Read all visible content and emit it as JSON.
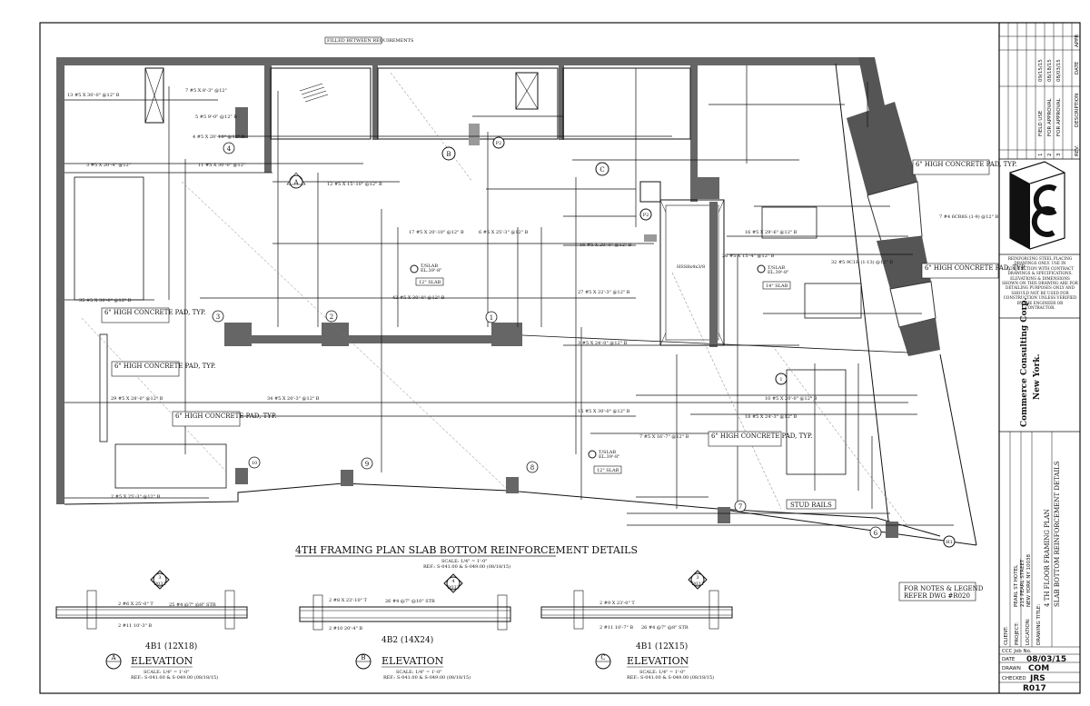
{
  "drawing": {
    "main_title": "4TH FRAMING PLAN SLAB BOTTOM REINFORCEMENT DETAILS",
    "scale_note": "SCALE: 1/4\" = 1'-0\"",
    "ref_note": "REF.: S-041.00 & S-049.00 (08/18/15)",
    "notes_line1": "FOR NOTES & LEGEND",
    "notes_line2": "REFER DWG #R020",
    "top_callout": "FILLED BETWEEN REQUIREMENTS",
    "stud_rails": "STUD RAILS",
    "hss": "HSS8x4x3/8"
  },
  "pads": [
    {
      "text": "6\" HIGH CONCRETE PAD, TYP."
    },
    {
      "text": "6\" HIGH CONCRETE PAD, TYP."
    },
    {
      "text": "6\" HIGH CONCRETE PAD, TYP."
    },
    {
      "text": "6\" HIGH CONCRETE PAD, TYP."
    },
    {
      "text": "6\" HIGH CONCRETE PAD, TYP."
    },
    {
      "text": "6\" HIGH CONCRETE PAD, TYP."
    }
  ],
  "slabs": [
    {
      "top": "T/SLAB",
      "el": "EL.39'-8\"",
      "thk": "12\" SLAB"
    },
    {
      "top": "T/SLAB",
      "el": "EL.39'-8\"",
      "thk": "14\" SLAB"
    },
    {
      "top": "T/SLAB",
      "el": "EL.39'-8\"",
      "thk": "12\" SLAB"
    }
  ],
  "column_tags": [
    "1",
    "2",
    "3",
    "4",
    "6",
    "7",
    "8",
    "9",
    "10"
  ],
  "section_tags": [
    "A",
    "B",
    "C",
    "P2",
    "H1"
  ],
  "rebar_notes": [
    "13 #5 X 30'-0\" @12\" B",
    "7 #5 X 8'-3\" @12\"",
    "5 #5 9'-0\" @12\" B",
    "3 #5 X 20'-4\" @12\"",
    "11 #5 X 30'-0\" @12\"",
    "4 #5 X 20'-10\" @12\" B",
    "12 #5 X 15'-10\" @12\" B",
    "17 #5 X 20'-10\" @12\" B",
    "6 #5 X 25'-3\" @12\" B",
    "16 #5 X 20'-0\" @12\" B",
    "35 #5 X 30'-0\" @12\" B",
    "42 #5 X 30'-0\" @12\" B",
    "27 #5 X 22'-3\" @12\" B",
    "29 #5 X 28'-0\" @12\" B",
    "34 #5 X 20'-3\" @12\" B",
    "15 #5 X 30'-0\" @12\" B",
    "3 #5 X 24'-0\" @12\" B",
    "2 #5 X 25'-3\" @12\" B",
    "7 #5 X 16'-7\" @12\" B",
    "10 #5 X 20'-0\" @12\" B",
    "16 #5 X 29'-6\" @12\" B",
    "18 #5 X 24'-3\" @12\" B",
    "7 #4 6CR8S (1-9) @12\" B",
    "32 #5 9C1R (1-13) @12\" B",
    "26 #5 X 15'-4\" @12\" B"
  ],
  "elevations": [
    {
      "tag": "A",
      "tag_number": "3",
      "tag_ref": "R032",
      "beam": "4B1 (12X18)",
      "title": "ELEVATION",
      "top_bar": "2 #6 X 25'-0\" T",
      "stirrup": "25 #4 @7\" @8\" STR",
      "bot_bar": "2 #11 10'-3\" B",
      "scale": "SCALE: 1/4\" = 1'-0\"",
      "ref": "REF.: S-041.00 & S-049.00 (08/18/15)"
    },
    {
      "tag": "B",
      "tag_number": "4",
      "tag_ref": "R032",
      "beam": "4B2 (14X24)",
      "title": "ELEVATION",
      "top_bar": "2 #8 X 23'-10\" T",
      "stirrup": "26 #4 @7\" @10\" STR",
      "bot_bar": "2 #10 20'-4\" B",
      "scale": "SCALE: 1/4\" = 1'-0\"",
      "ref": "REF.: S-041.00 & S-049.00 (08/18/15)"
    },
    {
      "tag": "C",
      "tag_number": "3",
      "tag_ref": "R032",
      "beam": "4B1 (12X15)",
      "title": "ELEVATION",
      "top_bar": "2 #9 X 23'-0\" T",
      "stirrup": "26 #4 @7\" @8\" STR",
      "bot_bar": "2 #11 10'-7\" B",
      "scale": "SCALE: 1/4\" = 1'-0\"",
      "ref": "REF.: S-041.00 & S-049.00 (08/18/15)"
    }
  ],
  "title_block": {
    "revisions": [
      {
        "no": "1",
        "desc": "FIELD USE",
        "date": "09/15/15"
      },
      {
        "no": "2",
        "desc": "FOR APPROVAL",
        "date": "08/18/15"
      },
      {
        "no": "3",
        "desc": "FOR APPROVAL",
        "date": "08/03/15"
      }
    ],
    "rev_headers": [
      "REV.",
      "DESCRIPTION",
      "DATE",
      "APPR"
    ],
    "disclaimer": "REINFORCING STEEL PLACING DRAWINGS ONLY. USE IN CONJUNCTION WITH CONTRACT DRAWINGS & SPECIFICATIONS. ELEVATIONS & DIMENSIONS SHOWN ON THIS DRAWING ARE FOR DETAILING PURPOSES ONLY AND SHOULD NOT BE USED FOR CONSTRUCTION UNLESS VERIFIED BY THE ENGINEER OR CONTRACTOR.",
    "company": "Commerce Consulting Corp.",
    "city": "New York.",
    "client_label": "CLIENT:",
    "project_label": "PROJECT:",
    "project_lines": [
      "PEARL ST HOTEL",
      "215 PEARL STREET",
      "NEW YORK NY 10038"
    ],
    "location_label": "LOCATION:",
    "title_label": "DRAWING TITLE:",
    "title_lines": [
      "4 TH FLOOR FRAMING PLAN",
      "SLAB BOTTOM REINFORCEMENT DETAILS"
    ],
    "ccc_label": "CCC Job No.",
    "date_label": "DATE",
    "date": "08/03/15",
    "drawn_label": "DRAWN",
    "drawn": "COM",
    "checked_label": "CHECKED",
    "checked": "JRS",
    "dwg_no": "R017"
  }
}
